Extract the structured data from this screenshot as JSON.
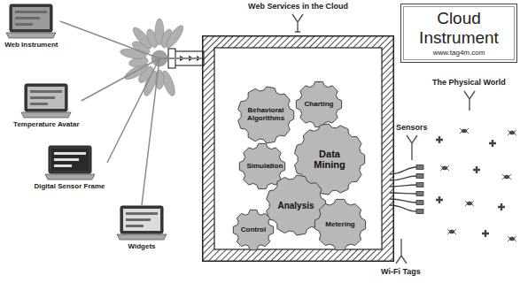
{
  "diagram": {
    "nodes": [
      {
        "text": [
          "Cloud Instrument",
          "www.tag4m.com"
        ]
      },
      {
        "text": [
          "Web Instrument"
        ]
      },
      {
        "text": [
          "Temperature Avatar"
        ]
      },
      {
        "text": [
          "Digital Sensor Frame"
        ]
      },
      {
        "text": [
          "Widgets"
        ]
      },
      {
        "text": [
          "Web Services in the Cloud"
        ]
      },
      {
        "text": [
          "Behavioral Algorithms"
        ],
        "in": 5
      },
      {
        "text": [
          "Charting"
        ],
        "in": 5
      },
      {
        "text": [
          "Simulation"
        ],
        "in": 5
      },
      {
        "text": [
          "Data Mining"
        ],
        "in": 5
      },
      {
        "text": [
          "Analysis"
        ],
        "in": 5
      },
      {
        "text": [
          "Control"
        ],
        "in": 5
      },
      {
        "text": [
          "Metering"
        ],
        "in": 5
      }
    ],
    "edges": [
      {
        "from": 1,
        "to": 5,
        "arrow": "none"
      },
      {
        "from": 2,
        "to": 5,
        "arrow": "none"
      },
      {
        "from": 3,
        "to": 5,
        "arrow": "none"
      },
      {
        "from": 4,
        "to": 5,
        "arrow": "none"
      }
    ],
    "labels": [
      "The Physical World",
      "Sensors",
      "Wi-Fi Tags"
    ]
  }
}
